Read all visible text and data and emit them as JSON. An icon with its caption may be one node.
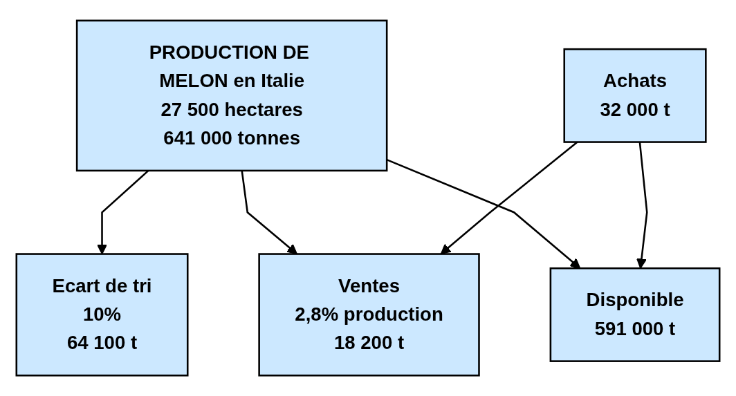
{
  "diagram": {
    "nodes": [
      {
        "text": [
          "PRODUCTION DE MELON en Italie",
          "27 500 hectares",
          "641 000 tonnes"
        ]
      },
      {
        "text": [
          "Ecart de tri",
          "10%",
          "64 100 t"
        ]
      },
      {
        "text": [
          "Achats",
          "32 000 t"
        ]
      },
      {
        "text": [
          "Ventes",
          "2,8% production",
          "18 200 t"
        ]
      },
      {
        "text": [
          "Disponible",
          "591 000 t"
        ]
      }
    ],
    "edges": [
      {
        "from": 0,
        "to": 1,
        "arrow": "to"
      },
      {
        "from": 0,
        "to": 3,
        "arrow": "to"
      },
      {
        "from": 0,
        "to": 4,
        "arrow": "to"
      },
      {
        "from": 2,
        "to": 3,
        "arrow": "to"
      },
      {
        "from": 2,
        "to": 4,
        "arrow": "to"
      }
    ]
  }
}
